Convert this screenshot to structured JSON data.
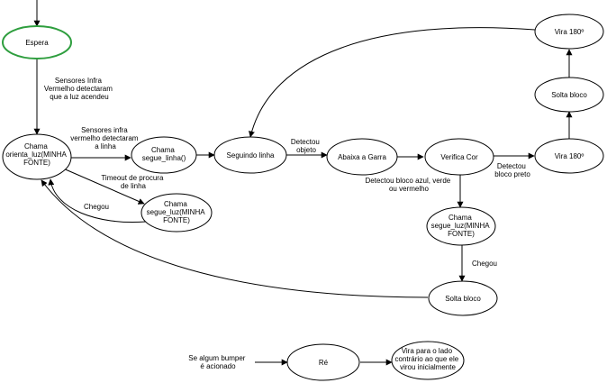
{
  "colors": {
    "start_node_border": "#2e9e3e",
    "line": "#000000",
    "background": "#ffffff"
  },
  "nodes": {
    "espera": "Espera",
    "chama_orienta": [
      "Chama",
      "orienta_luz(MINHA",
      "FONTE)"
    ],
    "chama_segue_linha": [
      "Chama",
      "segue_linha()"
    ],
    "seguindo_linha": "Seguindo linha",
    "abaixa_garra": "Abaixa a Garra",
    "verifica_cor": "Verifica Cor",
    "vira_180_lower": "Vira 180º",
    "solta_bloco_right": "Solta bloco",
    "vira_180_upper": "Vira 180º",
    "chama_segue_luz_mid": [
      "Chama",
      "segue_luz(MINHA",
      "FONTE)"
    ],
    "chama_segue_luz_right": [
      "Chama",
      "segue_luz(MINHA",
      "FONTE)"
    ],
    "solta_bloco_bottom": "Solta bloco",
    "re": "Ré",
    "vira_contrario": [
      "Vira para o lado",
      "contrário ao que ele",
      "virou inicialmente"
    ]
  },
  "edge_labels": {
    "sensores_infra_vermelho": [
      "Sensores Infra",
      "Vermelho detectaram",
      "que a luz acendeu"
    ],
    "sensores_infra_linha": [
      "Sensores infra",
      "vermelho detectaram",
      "a linha"
    ],
    "timeout": [
      "Timeout de procura",
      "de linha"
    ],
    "chegou_left": "Chegou",
    "detectou_objeto": [
      "Detectou",
      "objeto"
    ],
    "detectou_bloco_azul": [
      "Detectou bloco azul, verde",
      "ou vermelho"
    ],
    "detectou_bloco_preto": [
      "Detectou",
      "bloco preto"
    ],
    "chegou_right": "Chegou",
    "bumper": [
      "Se algum bumper",
      "é acionado"
    ]
  }
}
